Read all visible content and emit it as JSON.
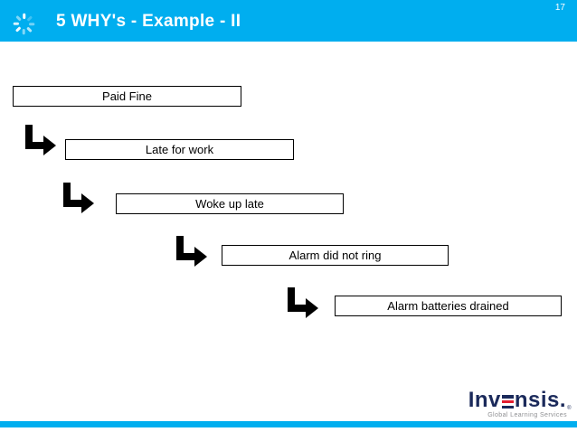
{
  "header": {
    "title": "5 WHY's - Example - II",
    "page_number": "17",
    "accent_color": "#00AEEF",
    "icon": "spinner-icon"
  },
  "diagram": {
    "boxes": [
      {
        "label": "Paid Fine"
      },
      {
        "label": "Late for work"
      },
      {
        "label": "Woke up late"
      },
      {
        "label": "Alarm did not ring"
      },
      {
        "label": "Alarm batteries drained"
      }
    ],
    "arrow_icon": "elbow-arrow-icon",
    "arrow_color": "#000000",
    "box_border_color": "#000000",
    "box_fill_color": "#ffffff"
  },
  "footer": {
    "logo": {
      "prefix": "Inv",
      "suffix": "nsis.",
      "registered_mark": "®",
      "tagline": "Global Learning Services",
      "navy_color": "#1B2A5B",
      "red_color": "#E31E30"
    },
    "bar_color": "#00AEEF"
  }
}
